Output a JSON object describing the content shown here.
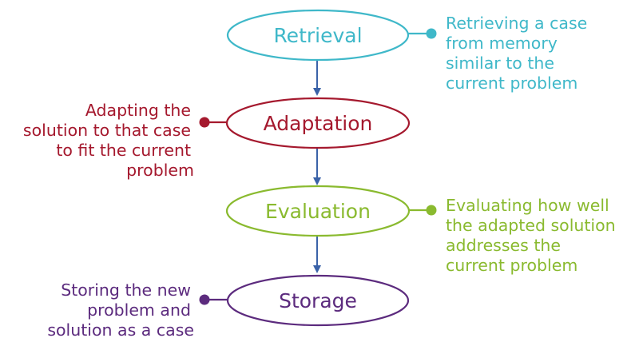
{
  "colors": {
    "retrieval": "#3fb8c9",
    "adaptation": "#a5192e",
    "evaluation": "#8aba2f",
    "storage": "#5c2b7e",
    "arrow": "#3a62a8"
  },
  "steps": [
    {
      "key": "retrieval",
      "title": "Retrieval",
      "description": [
        "Retrieving a case",
        "from memory",
        "similar to the",
        "current problem"
      ]
    },
    {
      "key": "adaptation",
      "title": "Adaptation",
      "description": [
        "Adapting the",
        "solution to that case",
        "to fit the current",
        "problem"
      ]
    },
    {
      "key": "evaluation",
      "title": "Evaluation",
      "description": [
        "Evaluating how well",
        "the adapted solution",
        "addresses the",
        "current problem"
      ]
    },
    {
      "key": "storage",
      "title": "Storage",
      "description": [
        "Storing the new",
        "problem and",
        "solution as a case"
      ]
    }
  ]
}
